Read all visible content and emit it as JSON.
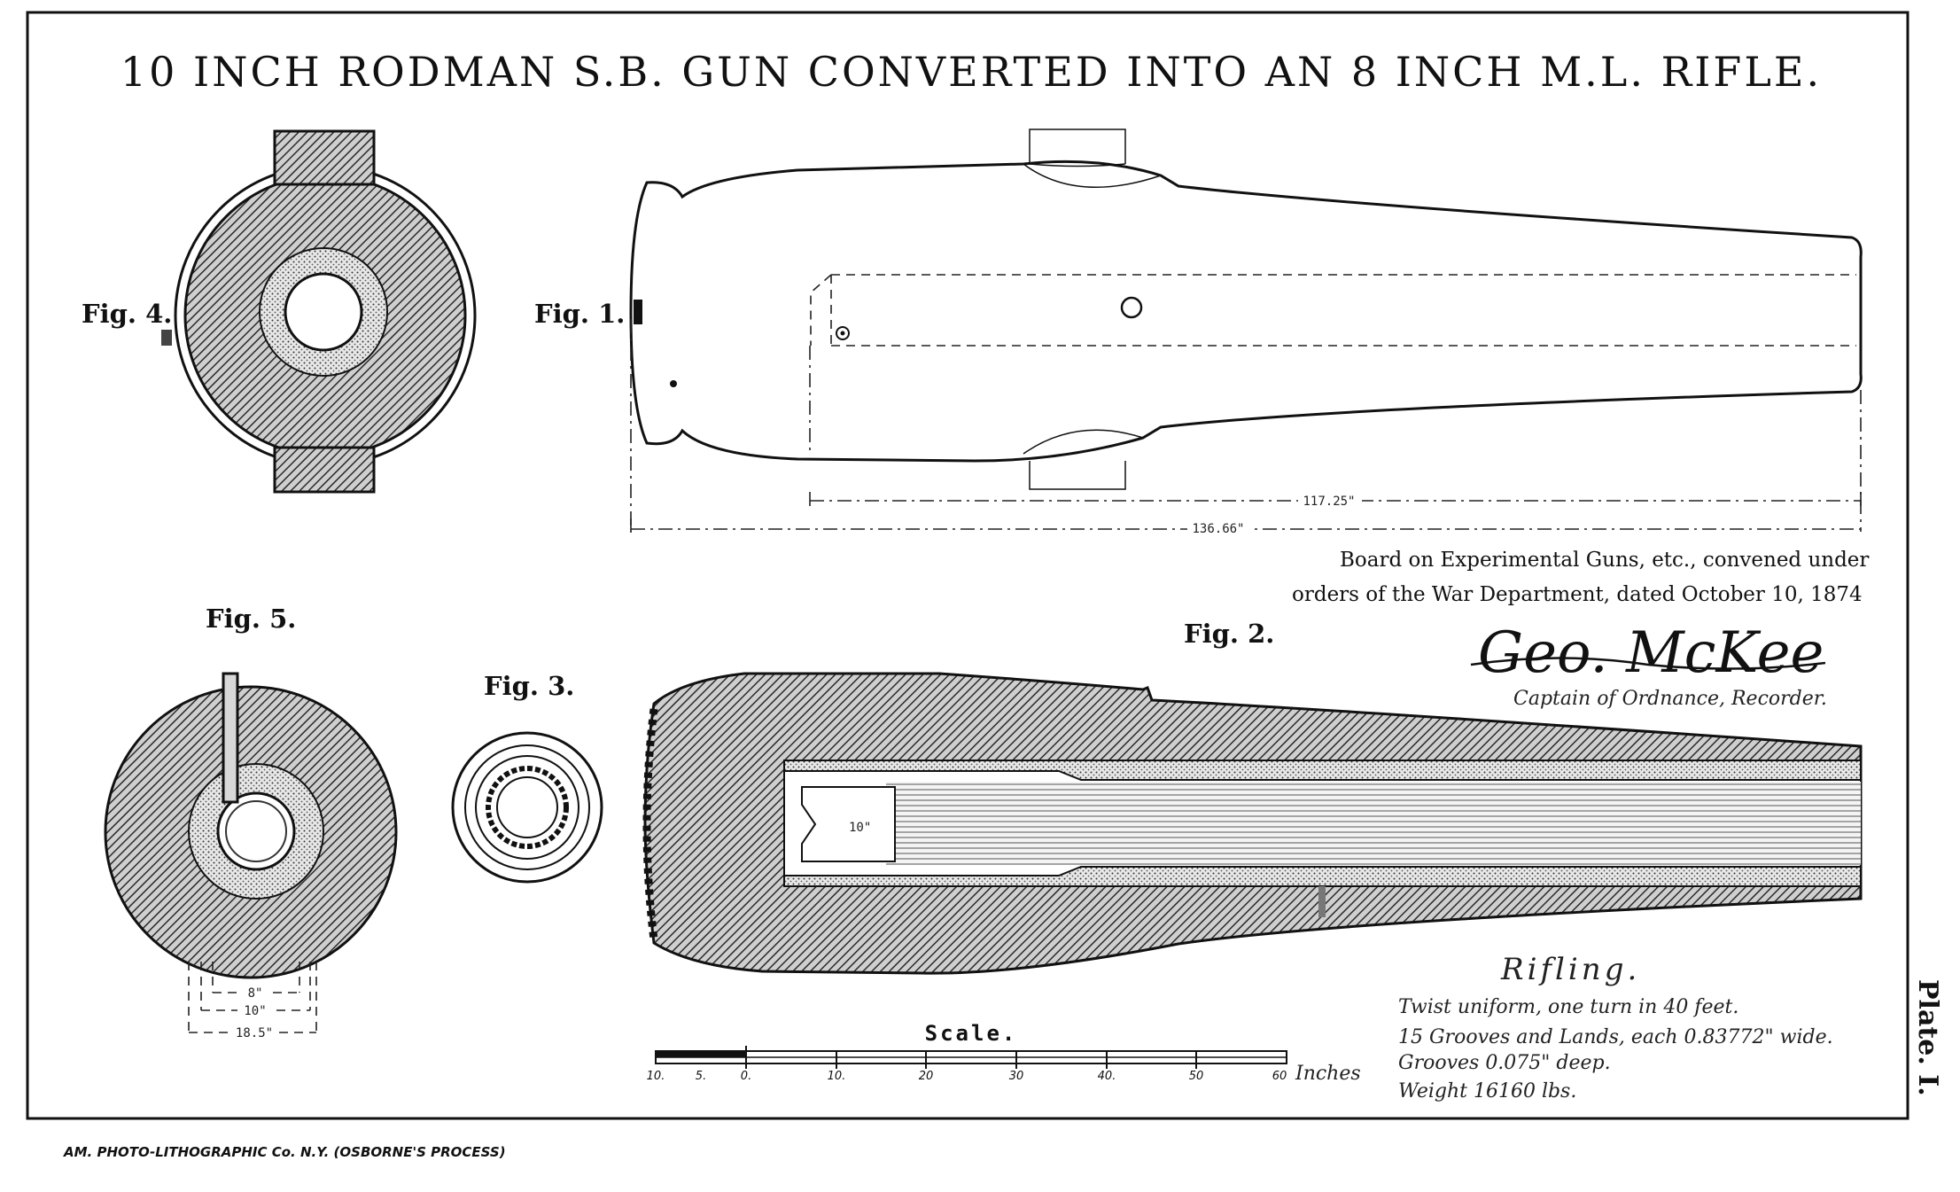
{
  "title": "10 INCH RODMAN S.B. GUN CONVERTED INTO AN 8 INCH M.L. RIFLE.",
  "figures": {
    "fig1": "Fig. 1.",
    "fig2": "Fig. 2.",
    "fig3": "Fig. 3.",
    "fig4": "Fig. 4.",
    "fig5": "Fig. 5."
  },
  "dimensions": {
    "length_inner": "117.25\"",
    "length_total": "136.66\"",
    "bore_label": "10\"",
    "fig5_dims": [
      "8\"",
      "10\"",
      "18.5\""
    ]
  },
  "board": {
    "line1": "Board on Experimental Guns, etc., convened under",
    "line2": "orders of the War Department, dated October 10, 1874"
  },
  "signature": {
    "name": "Geo. McKee",
    "title": "Captain of Ordnance, Recorder."
  },
  "rifling": {
    "heading": "Rifling.",
    "lines": [
      "Twist uniform, one turn in 40 feet.",
      "15 Grooves and Lands, each 0.83772\" wide.",
      "Grooves 0.075\" deep.",
      "Weight 16160 lbs."
    ]
  },
  "scale": {
    "label": "Scale.",
    "ticks": [
      "10.",
      "5.",
      "0.",
      "10.",
      "20",
      "30",
      "40.",
      "50",
      "60"
    ],
    "unit": "Inches"
  },
  "plate": "Plate. I.",
  "credit": "AM. PHOTO-LITHOGRAPHIC Co. N.Y. (OSBORNE'S PROCESS)"
}
